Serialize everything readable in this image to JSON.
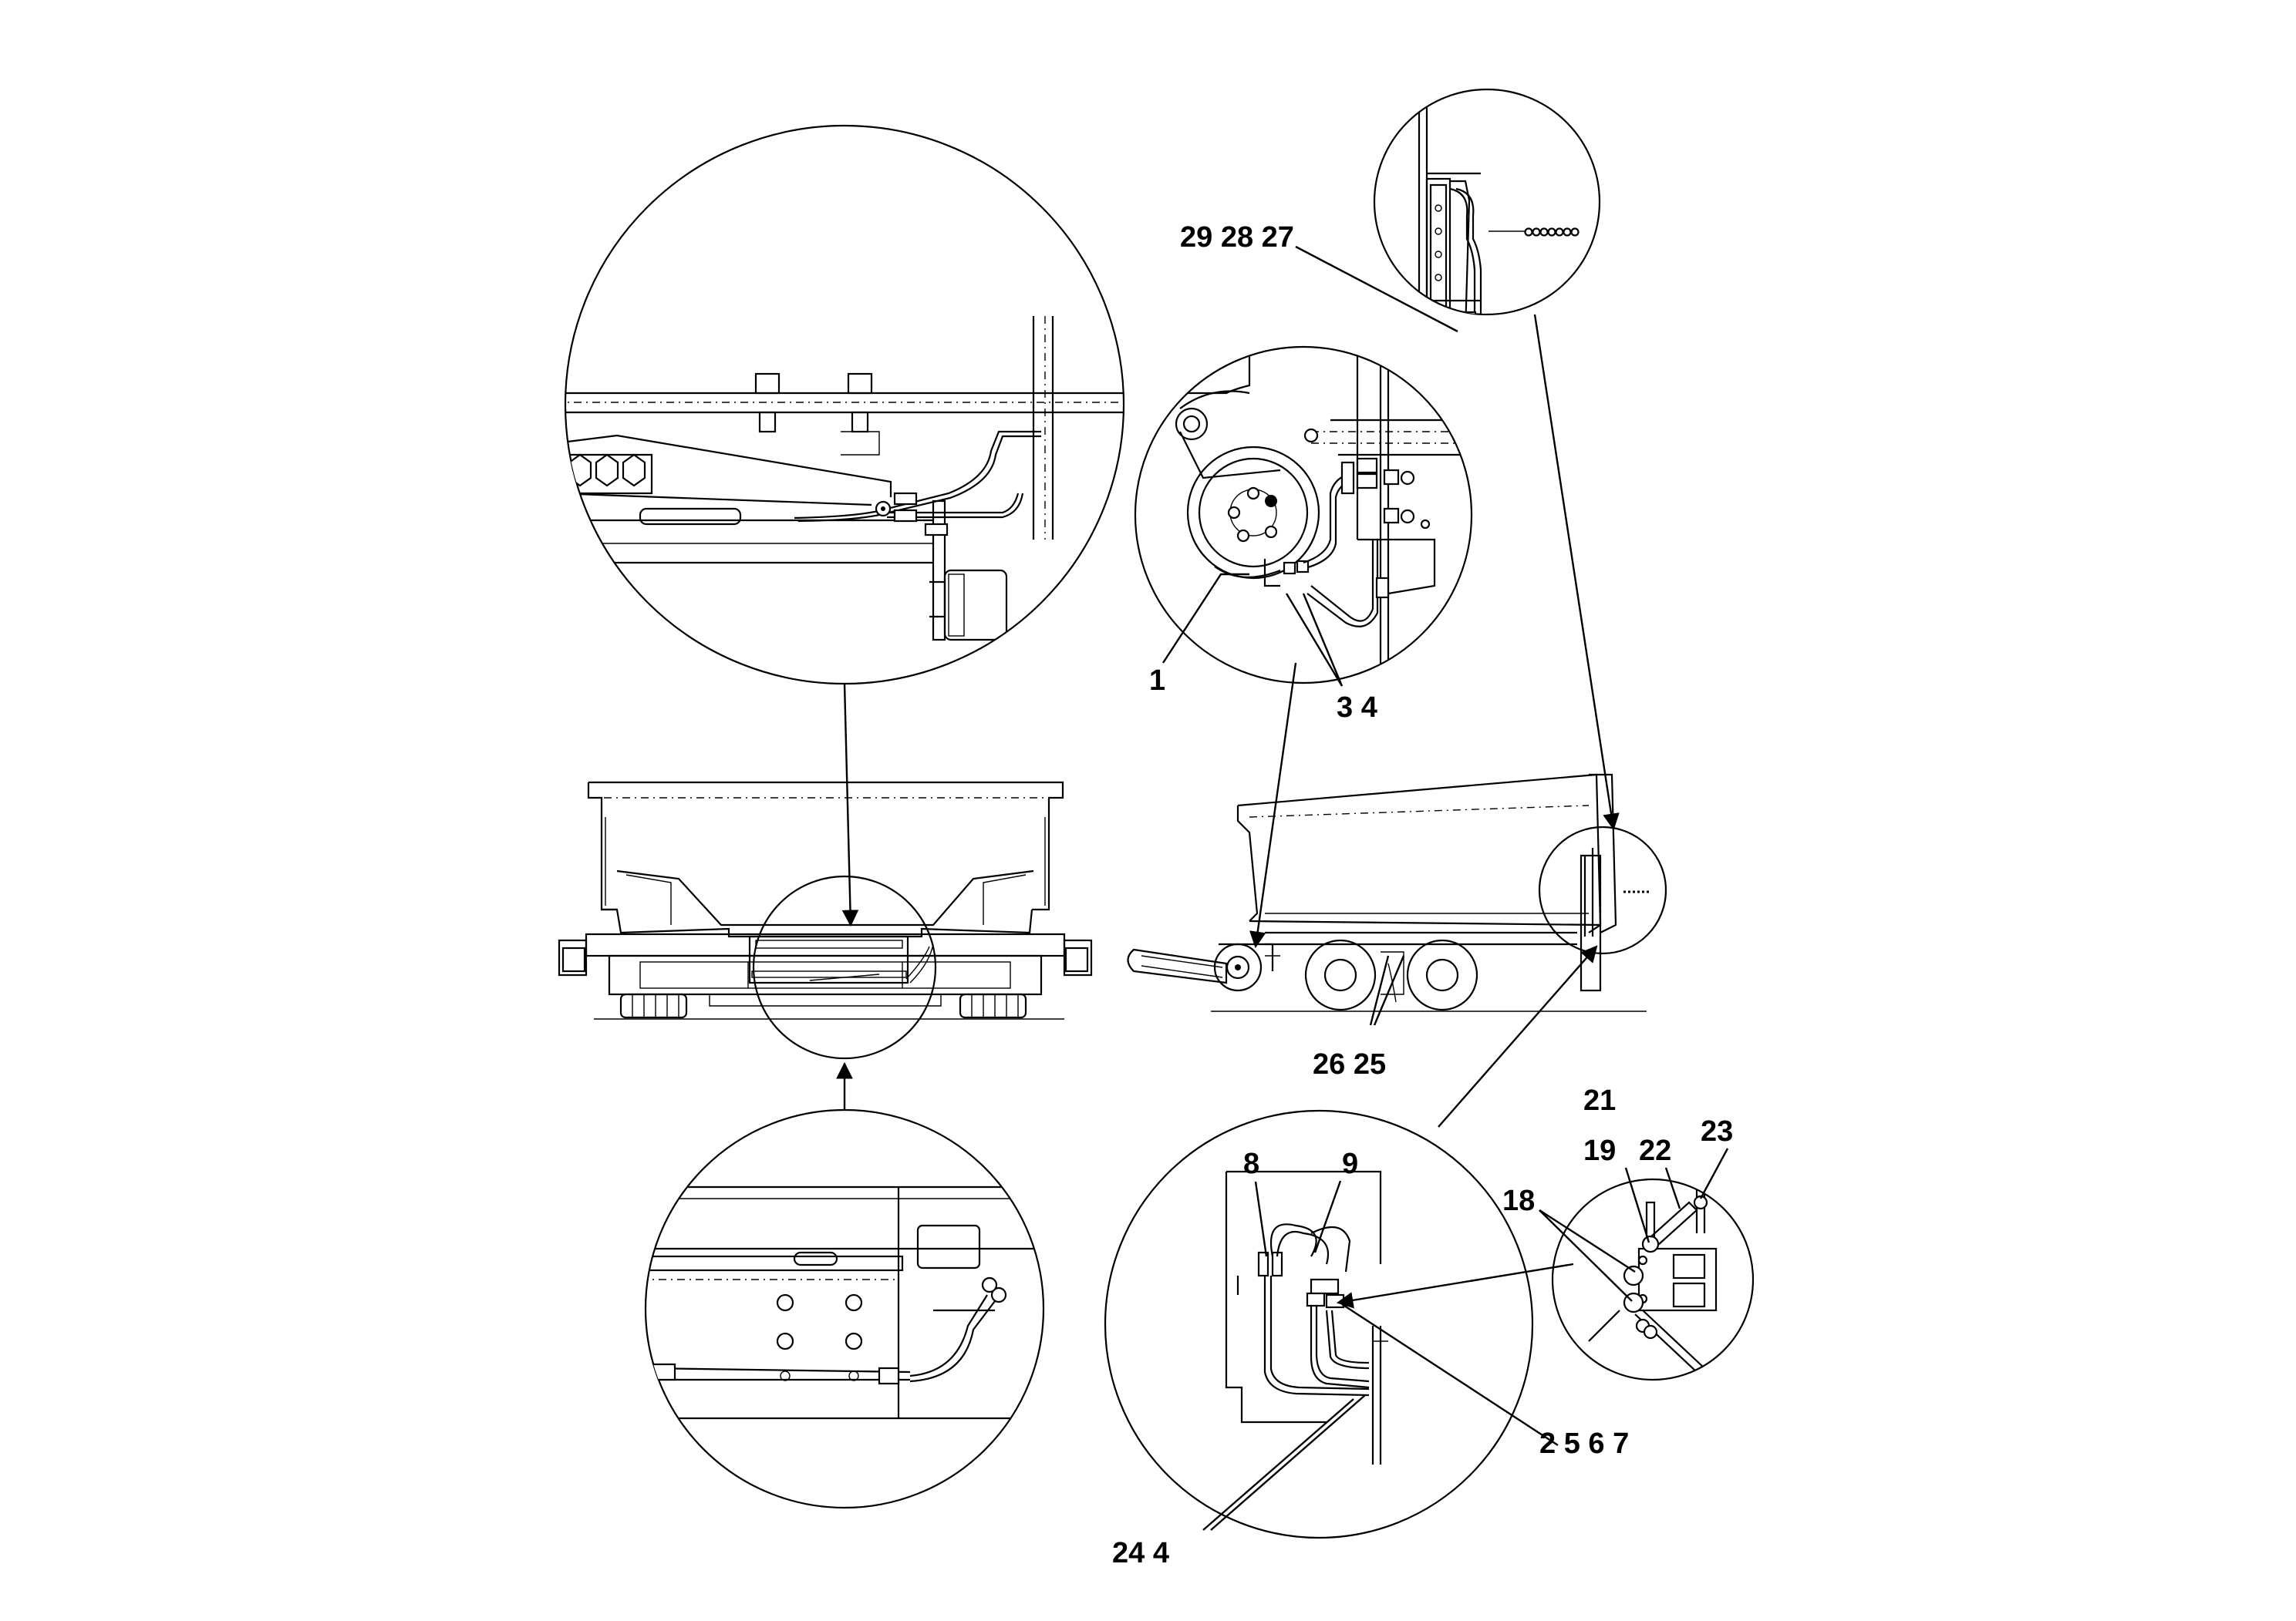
{
  "callouts": {
    "c_29_28_27": "29 28 27",
    "c_1": "1",
    "c_3_4": "3   4",
    "c_26_25": "26 25",
    "c_21": "21",
    "c_19": "19",
    "c_22": "22",
    "c_23": "23",
    "c_18": "18",
    "c_8": "8",
    "c_9": "9",
    "c_2_5_6_7": "2   5   6   7",
    "c_24_4": "24  4"
  }
}
